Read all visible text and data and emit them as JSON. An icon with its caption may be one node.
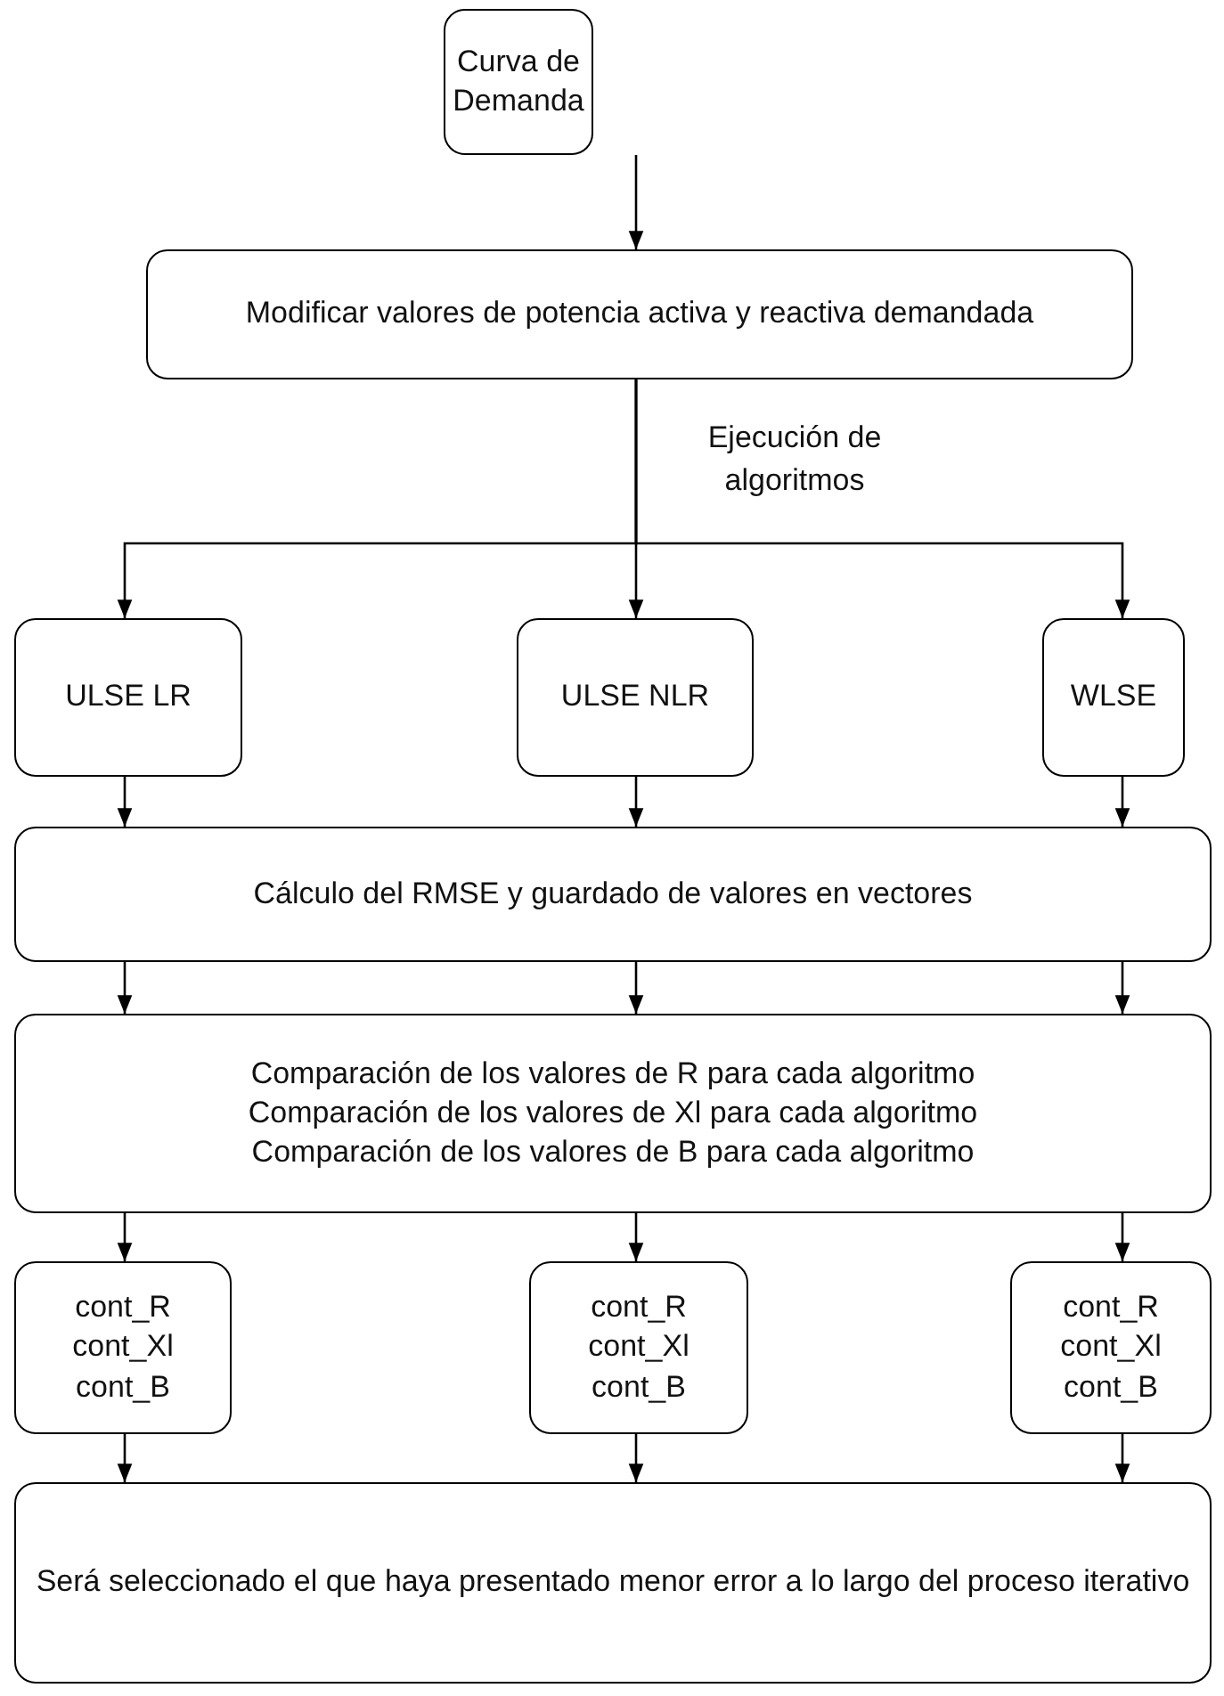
{
  "diagram": {
    "nodes": [
      {
        "text": [
          "Curva de Demanda"
        ]
      },
      {
        "text": [
          "Modificar valores de potencia activa y reactiva demandada"
        ]
      },
      {
        "text": [
          "ULSE LR"
        ]
      },
      {
        "text": [
          "ULSE NLR"
        ]
      },
      {
        "text": [
          "WLSE"
        ]
      },
      {
        "text": [
          "Cálculo del RMSE y guardado de valores en vectores"
        ]
      },
      {
        "text": [
          "Comparación de los valores de R para cada algoritmo",
          "Comparación de los valores de Xl para cada algoritmo",
          "Comparación de los valores de B para cada algoritmo"
        ]
      },
      {
        "text": [
          "cont_R",
          "cont_Xl",
          "cont_B"
        ]
      },
      {
        "text": [
          "cont_R",
          "cont_Xl",
          "cont_B"
        ]
      },
      {
        "text": [
          "cont_R",
          "cont_Xl",
          "cont_B"
        ]
      },
      {
        "text": [
          "Será seleccionado el que haya presentado menor error a lo largo del proceso iterativo"
        ]
      }
    ],
    "edges": [
      {
        "from": 0,
        "to": 1,
        "arrow": "to"
      },
      {
        "from": 1,
        "to": 2,
        "arrow": "to"
      },
      {
        "from": 1,
        "to": 3,
        "arrow": "to",
        "label": "Ejecución de algoritmos"
      },
      {
        "from": 1,
        "to": 4,
        "arrow": "to"
      },
      {
        "from": 2,
        "to": 5,
        "arrow": "to"
      },
      {
        "from": 3,
        "to": 5,
        "arrow": "to"
      },
      {
        "from": 4,
        "to": 5,
        "arrow": "to"
      },
      {
        "from": 5,
        "to": 6,
        "arrow": "to"
      },
      {
        "from": 5,
        "to": 6,
        "arrow": "to"
      },
      {
        "from": 5,
        "to": 6,
        "arrow": "to"
      },
      {
        "from": 6,
        "to": 7,
        "arrow": "to"
      },
      {
        "from": 6,
        "to": 8,
        "arrow": "to"
      },
      {
        "from": 6,
        "to": 9,
        "arrow": "to"
      },
      {
        "from": 7,
        "to": 10,
        "arrow": "to"
      },
      {
        "from": 8,
        "to": 10,
        "arrow": "to"
      },
      {
        "from": 9,
        "to": 10,
        "arrow": "to"
      }
    ]
  }
}
